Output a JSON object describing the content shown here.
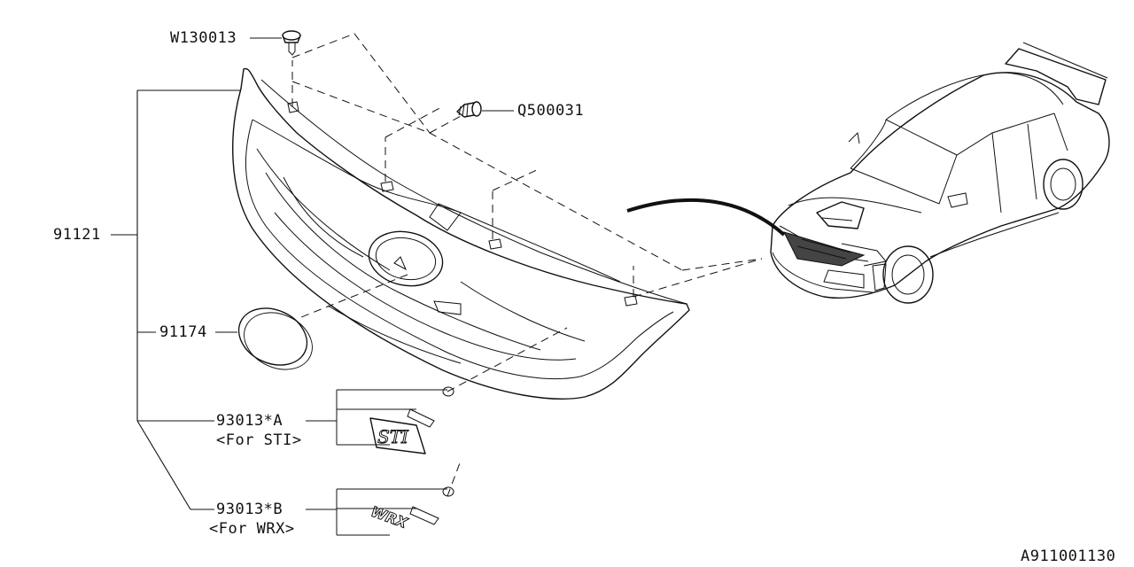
{
  "callouts": {
    "w130013": "W130013",
    "q500031": "Q500031",
    "p91121": "91121",
    "p91174": "91174",
    "p93013a": "93013*A",
    "p93013a_note": "<For STI>",
    "p93013b": "93013*B",
    "p93013b_note": "<For WRX>"
  },
  "diagram_id": "A911001130"
}
